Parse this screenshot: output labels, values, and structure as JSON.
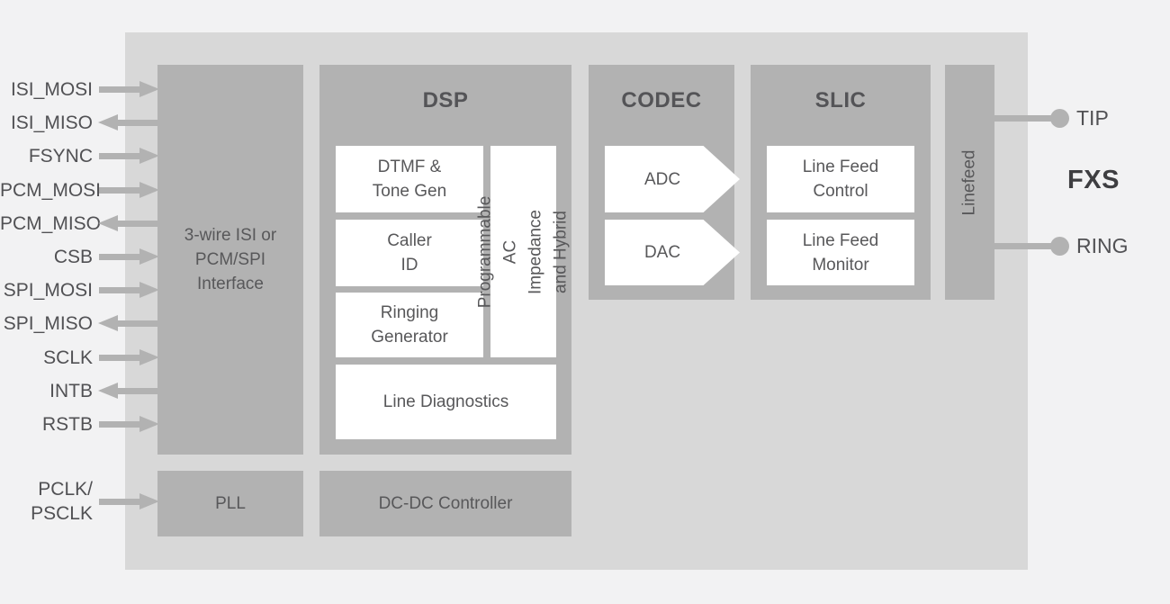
{
  "signals": [
    {
      "label": "ISI_MOSI",
      "direction": "in"
    },
    {
      "label": "ISI_MISO",
      "direction": "out"
    },
    {
      "label": "FSYNC",
      "direction": "in"
    },
    {
      "label": "PCM_MOSI",
      "direction": "in"
    },
    {
      "label": "PCM_MISO",
      "direction": "out"
    },
    {
      "label": "CSB",
      "direction": "in"
    },
    {
      "label": "SPI_MOSI",
      "direction": "in"
    },
    {
      "label": "SPI_MISO",
      "direction": "out"
    },
    {
      "label": "SCLK",
      "direction": "in"
    },
    {
      "label": "INTB",
      "direction": "out"
    },
    {
      "label": "RSTB",
      "direction": "in"
    },
    {
      "label": "PCLK/\nPSCLK",
      "direction": "in"
    }
  ],
  "blocks": {
    "interface": {
      "label": "3-wire ISI or\nPCM/SPI\nInterface"
    },
    "dsp": {
      "title": "DSP",
      "dtmf": "DTMF &\nTone Gen",
      "caller_id": "Caller\nID",
      "ringing": "Ringing\nGenerator",
      "impedance": "Programmable AC\nImpedance and Hybrid",
      "diagnostics": "Line Diagnostics"
    },
    "codec": {
      "title": "CODEC",
      "adc": "ADC",
      "dac": "DAC"
    },
    "slic": {
      "title": "SLIC",
      "line_feed_control": "Line Feed\nControl",
      "line_feed_monitor": "Line Feed\nMonitor"
    },
    "linefeed": {
      "label": "Linefeed"
    },
    "pll": {
      "label": "PLL"
    },
    "dcdc": {
      "label": "DC-DC Controller"
    }
  },
  "outputs": {
    "tip": "TIP",
    "ring": "RING",
    "port_type": "FXS"
  },
  "colors": {
    "page_bg": "#f2f2f3",
    "chip_bg": "#d8d8d8",
    "block_bg": "#b2b2b2",
    "inner_box_bg": "#ffffff",
    "text": "#58585a"
  }
}
